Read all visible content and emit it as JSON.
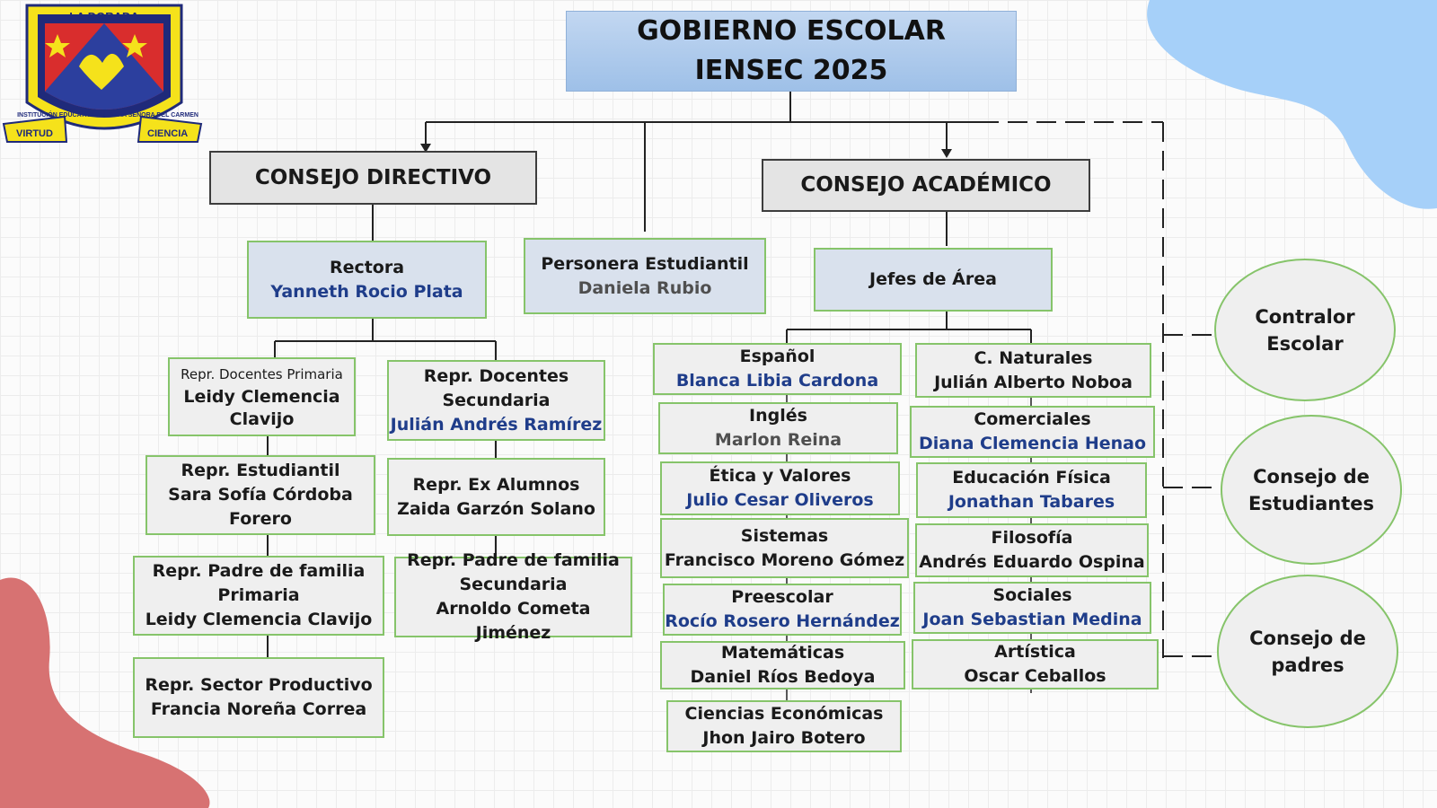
{
  "title": {
    "line1": "GOBIERNO ESCOLAR",
    "line2": "IENSEC 2025"
  },
  "logo": {
    "top_text": "LA DORADA",
    "ring_text": "INSTITUCIÓN EDUCATIVA NUESTRA SEÑORA DEL CARMEN",
    "left_ribbon": "VIRTUD",
    "right_ribbon": "CIENCIA"
  },
  "colors": {
    "box_border": "#86c46a",
    "name_blue": "#1f3d8a",
    "title_bg": "#a9c8ec",
    "blob_blue": "#a6d0f9",
    "blob_red": "#d77272"
  },
  "consejo_directivo": {
    "title": "CONSEJO DIRECTIVO",
    "rectora": {
      "role": "Rectora",
      "name": "Yanneth Rocio Plata"
    },
    "members_left": [
      {
        "role": "Repr. Docentes Primaria",
        "name_l1": "Leidy Clemencia",
        "name_l2": "Clavijo"
      },
      {
        "role": "Repr. Estudiantil",
        "name_l1": "Sara Sofía Córdoba",
        "name_l2": "Forero"
      },
      {
        "role": "Repr. Padre de familia",
        "role_l2": "Primaria",
        "name": "Leidy Clemencia Clavijo"
      },
      {
        "role": "Repr. Sector Productivo",
        "name": "Francia Noreña Correa"
      }
    ],
    "members_right": [
      {
        "role": "Repr. Docentes",
        "role_l2": "Secundaria",
        "name": "Julián Andrés Ramírez"
      },
      {
        "role": "Repr. Ex Alumnos",
        "name": "Zaida Garzón Solano"
      },
      {
        "role": "Repr. Padre de familia",
        "role_l2": "Secundaria",
        "name": "Arnoldo Cometa Jiménez"
      }
    ]
  },
  "personera": {
    "role": "Personera Estudiantil",
    "name": "Daniela Rubio"
  },
  "consejo_academico": {
    "title": "CONSEJO ACADÉMICO",
    "jefes": "Jefes de Área",
    "areas_left": [
      {
        "area": "Español",
        "name": "Blanca Libia Cardona"
      },
      {
        "area": "Inglés",
        "name": "Marlon Reina"
      },
      {
        "area": "Ética y Valores",
        "name": "Julio Cesar Oliveros"
      },
      {
        "area": "Sistemas",
        "name": "Francisco Moreno Gómez"
      },
      {
        "area": "Preescolar",
        "name": "Rocío Rosero Hernández"
      },
      {
        "area": "Matemáticas",
        "name": "Daniel Ríos Bedoya"
      },
      {
        "area": "Ciencias Económicas",
        "name": "Jhon Jairo Botero"
      }
    ],
    "areas_right": [
      {
        "area": "C. Naturales",
        "name": "Julián Alberto Noboa"
      },
      {
        "area": "Comerciales",
        "name": "Diana Clemencia Henao"
      },
      {
        "area": "Educación Física",
        "name": "Jonathan Tabares"
      },
      {
        "area": "Filosofía",
        "name": "Andrés Eduardo Ospina"
      },
      {
        "area": "Sociales",
        "name": "Joan Sebastian Medina"
      },
      {
        "area": "Artística",
        "name": "Oscar Ceballos"
      }
    ]
  },
  "ovals": [
    {
      "l1": "Contralor",
      "l2": "Escolar"
    },
    {
      "l1": "Consejo de",
      "l2": "Estudiantes"
    },
    {
      "l1": "Consejo de",
      "l2": "padres"
    }
  ]
}
